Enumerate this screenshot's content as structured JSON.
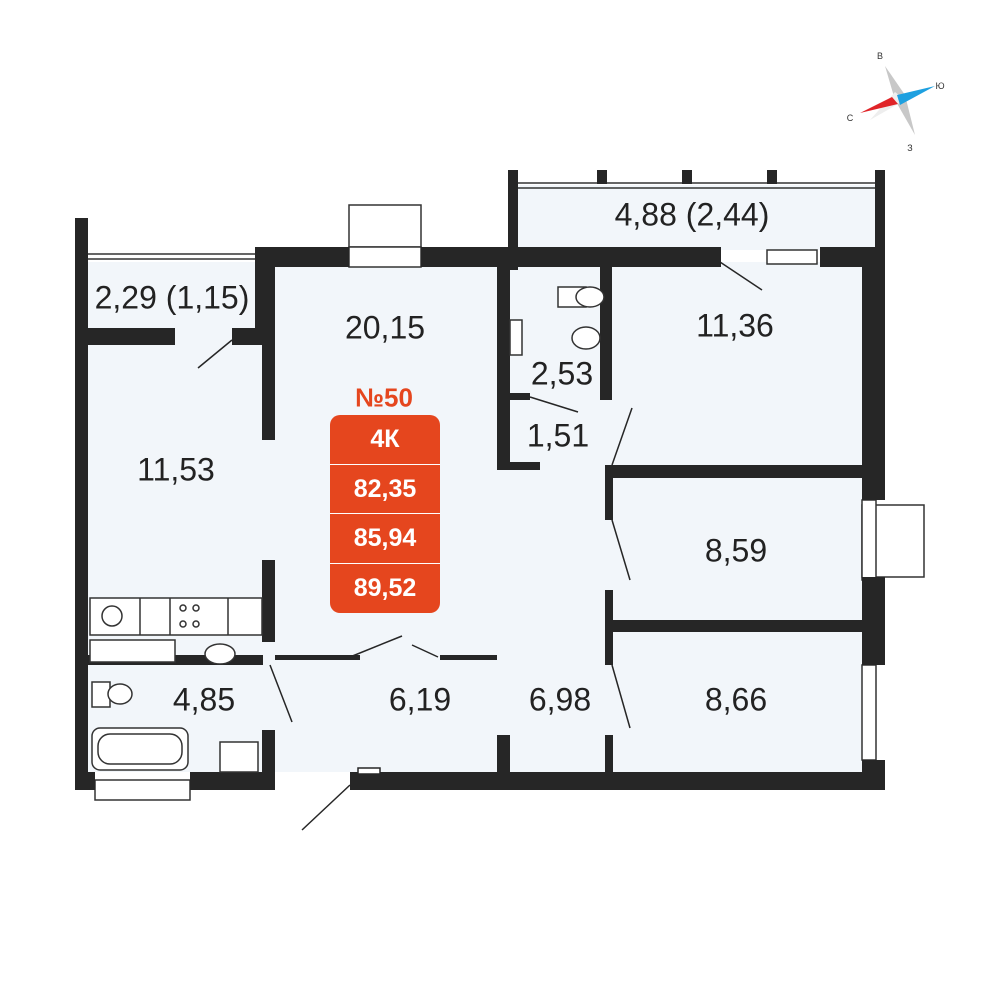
{
  "apartment": {
    "number": "№50",
    "type": "4К",
    "areas": [
      "82,35",
      "85,94",
      "89,52"
    ]
  },
  "rooms": {
    "balcony_left": "2,29 (1,15)",
    "living_room": "20,15",
    "kitchen": "11,53",
    "bathroom": "4,85",
    "hall": "6,19",
    "corridor": "6,98",
    "wc": "2,53",
    "closet": "1,51",
    "bedroom_top": "11,36",
    "balcony_right": "4,88 (2,44)",
    "bedroom_mid": "8,59",
    "bedroom_bottom": "8,66"
  },
  "compass": {
    "north": "С",
    "south": "Ю",
    "east": "В",
    "west": "З"
  },
  "colors": {
    "accent": "#e5461e",
    "wall": "#262626",
    "floor": "#f2f6fa"
  }
}
